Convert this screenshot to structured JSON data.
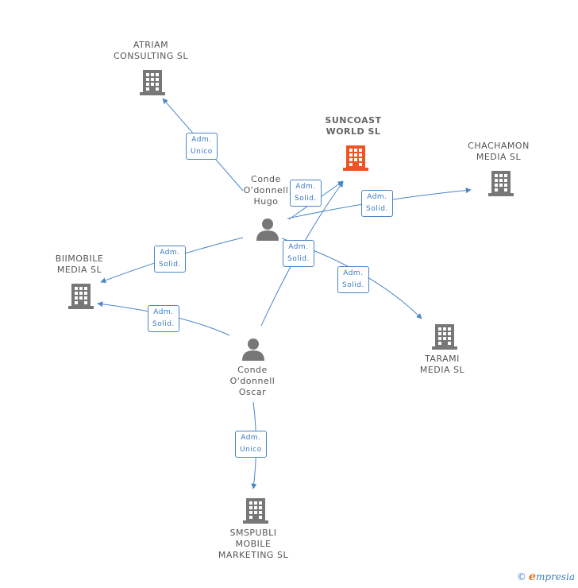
{
  "colors": {
    "edge": "#4a86c8",
    "company": "#777777",
    "company_main": "#ee5522",
    "person": "#777777"
  },
  "nodes": {
    "atriam": {
      "label": [
        "ATRIAM",
        "CONSULTING SL"
      ],
      "icon": "building-icon"
    },
    "suncoast": {
      "label": [
        "SUNCOAST",
        "WORLD SL"
      ],
      "icon": "building-icon"
    },
    "chachamon": {
      "label": [
        "CHACHAMON",
        "MEDIA SL"
      ],
      "icon": "building-icon"
    },
    "biimobile": {
      "label": [
        "BIIMOBILE",
        "MEDIA SL"
      ],
      "icon": "building-icon"
    },
    "tarami": {
      "label": [
        "TARAMI",
        "MEDIA SL"
      ],
      "icon": "building-icon"
    },
    "smspubli": {
      "label": [
        "SMSPUBLI",
        "MOBILE",
        "MARKETING SL"
      ],
      "icon": "building-icon"
    },
    "hugo": {
      "label": [
        "Conde",
        "O'donnell",
        "Hugo"
      ],
      "icon": "person-icon"
    },
    "oscar": {
      "label": [
        "Conde",
        "O'donnell",
        "Oscar"
      ],
      "icon": "person-icon"
    }
  },
  "edges": [
    {
      "from": "hugo",
      "to": "atriam",
      "label": [
        "Adm.",
        "Unico"
      ]
    },
    {
      "from": "hugo",
      "to": "suncoast",
      "label": [
        "Adm.",
        "Solid."
      ]
    },
    {
      "from": "hugo",
      "to": "chachamon",
      "label": [
        "Adm.",
        "Solid."
      ]
    },
    {
      "from": "hugo",
      "to": "biimobile",
      "label": [
        "Adm.",
        "Solid."
      ]
    },
    {
      "from": "hugo",
      "to": "tarami",
      "label": [
        "Adm.",
        "Solid."
      ]
    },
    {
      "from": "oscar",
      "to": "suncoast",
      "label": [
        "Adm.",
        "Solid."
      ]
    },
    {
      "from": "oscar",
      "to": "biimobile",
      "label": [
        "Adm.",
        "Solid."
      ]
    },
    {
      "from": "oscar",
      "to": "smspubli",
      "label": [
        "Adm.",
        "Unico"
      ]
    }
  ],
  "footer": {
    "copyright": "©",
    "brand_initial": "e",
    "brand_rest": "mpresia"
  }
}
